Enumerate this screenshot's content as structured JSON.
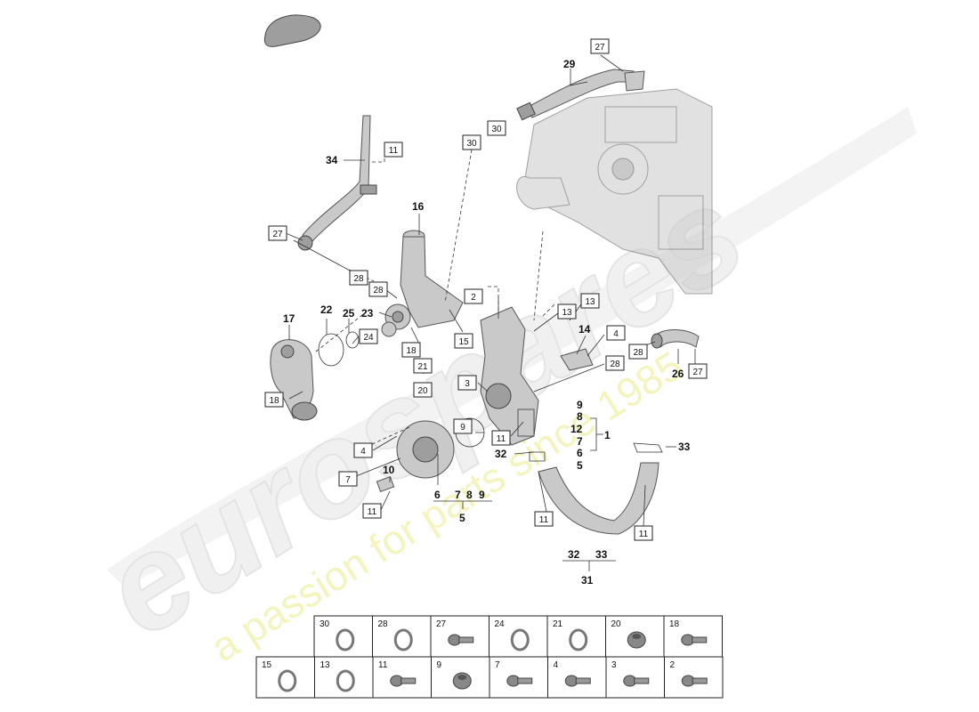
{
  "watermark": {
    "brand": "eurospares",
    "tagline": "a passion for parts since 1985"
  },
  "callouts": {
    "n34": "34",
    "n29": "29",
    "n16": "16",
    "n17": "17",
    "n22": "22",
    "n25": "25",
    "n23": "23",
    "n14": "14",
    "n26": "26",
    "n10": "10",
    "n33": "33",
    "n32": "32",
    "n1": "1",
    "n5": "5",
    "n31": "31",
    "stack_9": "9",
    "stack_8": "8",
    "stack_12": "12",
    "stack_7": "7",
    "stack_6": "6",
    "stack_5": "5",
    "row_6": "6",
    "row_7": "7",
    "row_8": "8",
    "row_9": "9",
    "pair_32": "32",
    "pair_33": "33"
  },
  "boxes": {
    "b27a": "27",
    "b30a": "30",
    "b30b": "30",
    "b11a": "11",
    "b27b": "27",
    "b28a": "28",
    "b28b": "28",
    "b2": "2",
    "b13a": "13",
    "b13b": "13",
    "b24": "24",
    "b18a": "18",
    "b15": "15",
    "b21": "21",
    "b20": "20",
    "b4a": "4",
    "b28c": "28",
    "b27c": "27",
    "b28d": "28",
    "b18b": "18",
    "b3": "3",
    "b9": "9",
    "b11b": "11",
    "b4b": "4",
    "b7": "7",
    "b11c": "11",
    "b11d": "11",
    "b11e": "11"
  },
  "legend": {
    "row1": [
      "30",
      "28",
      "27",
      "24",
      "21",
      "20",
      "18"
    ],
    "row2": [
      "15",
      "13",
      "11",
      "9",
      "7",
      "4",
      "3",
      "2"
    ],
    "icons_row1": [
      "ring-icon",
      "ring-icon",
      "bolt-icon",
      "ring-icon",
      "ring-icon",
      "nut-icon",
      "flange-bolt-icon"
    ],
    "icons_row2": [
      "ring-icon",
      "ring-icon",
      "flange-bolt-icon",
      "nut-icon",
      "flange-bolt-icon",
      "flange-bolt-icon",
      "flange-bolt-icon",
      "flange-bolt-icon"
    ]
  }
}
